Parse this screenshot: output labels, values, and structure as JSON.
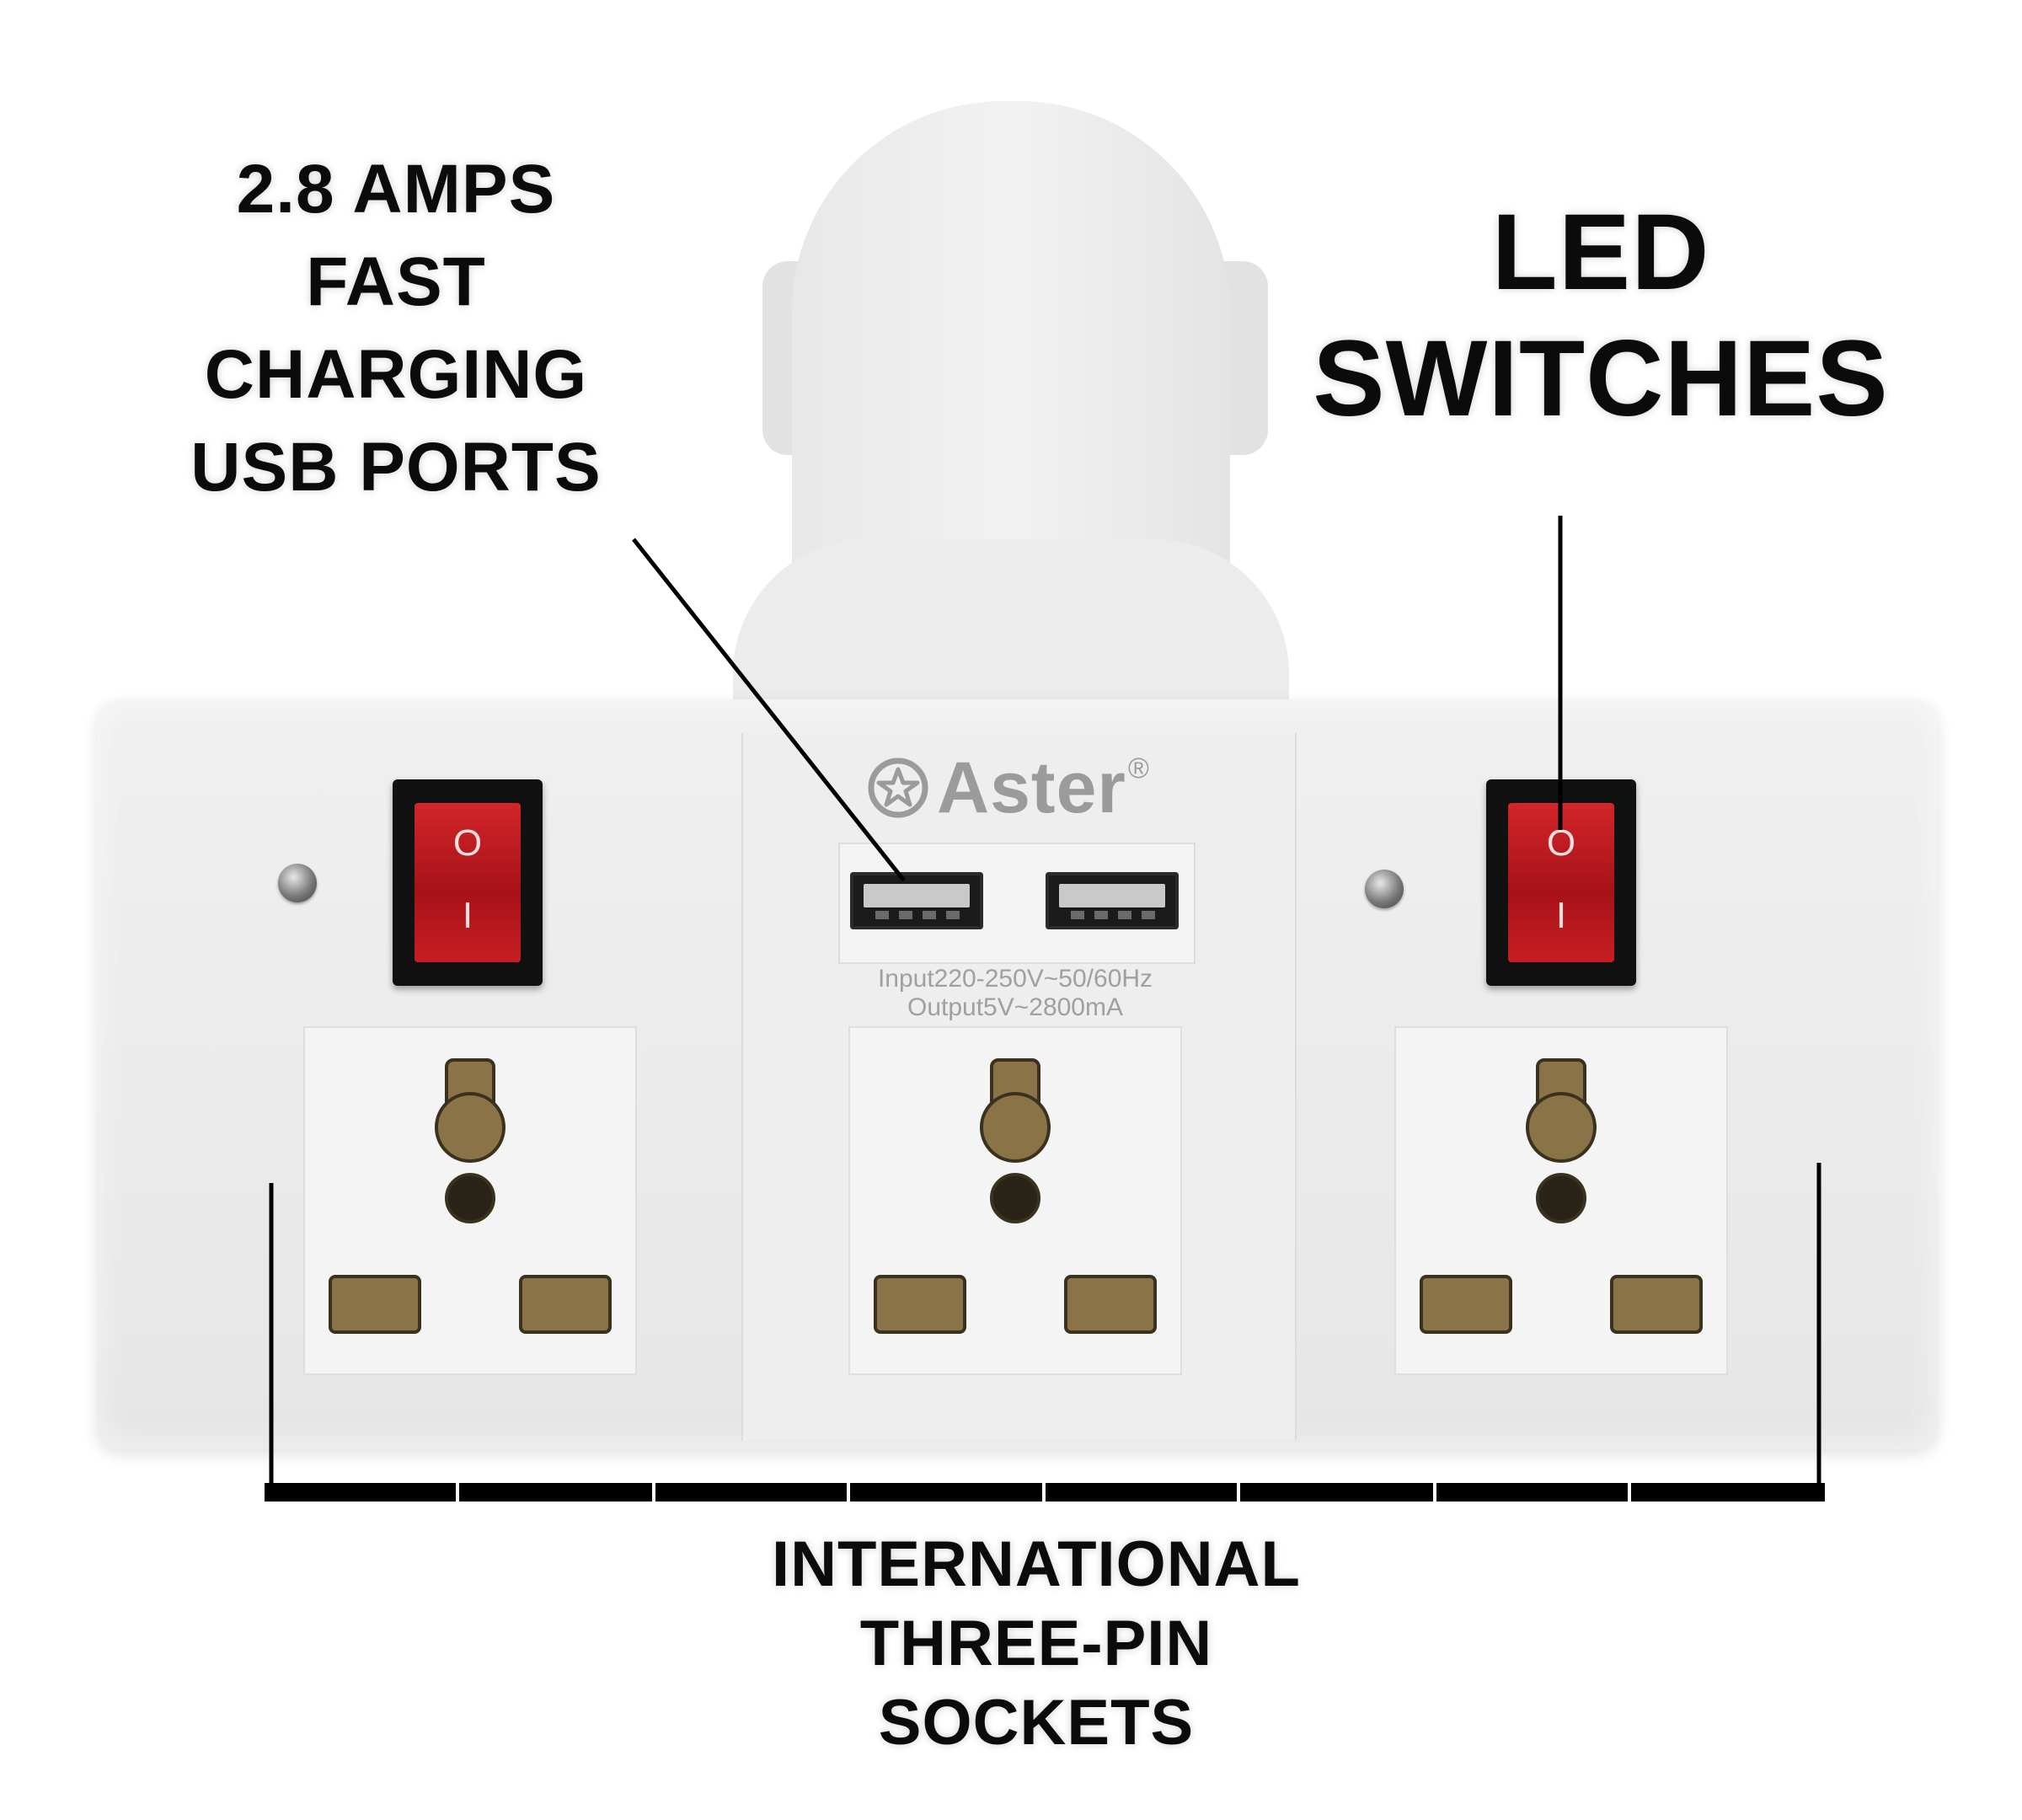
{
  "callouts": {
    "usb": [
      "2.8 AMPS",
      "FAST",
      "CHARGING",
      "USB PORTS"
    ],
    "led": [
      "LED",
      "SWITCHES"
    ],
    "sockets": [
      "INTERNATIONAL",
      "THREE-PIN",
      "SOCKETS"
    ]
  },
  "brand": {
    "name": "Aster",
    "registered_mark": "®",
    "logo_icon": "star-in-circle-icon"
  },
  "rating": {
    "input": "Input220-250V~50/60Hz",
    "output": "Output5V~2800mA"
  },
  "switch_glyphs": {
    "off": "O",
    "on": "I"
  },
  "colors": {
    "background": "#ffffff",
    "housing": "#ebebeb",
    "switch_red": "#c01d22",
    "socket_brass": "#8a7447",
    "text": "#0b0b0b"
  }
}
